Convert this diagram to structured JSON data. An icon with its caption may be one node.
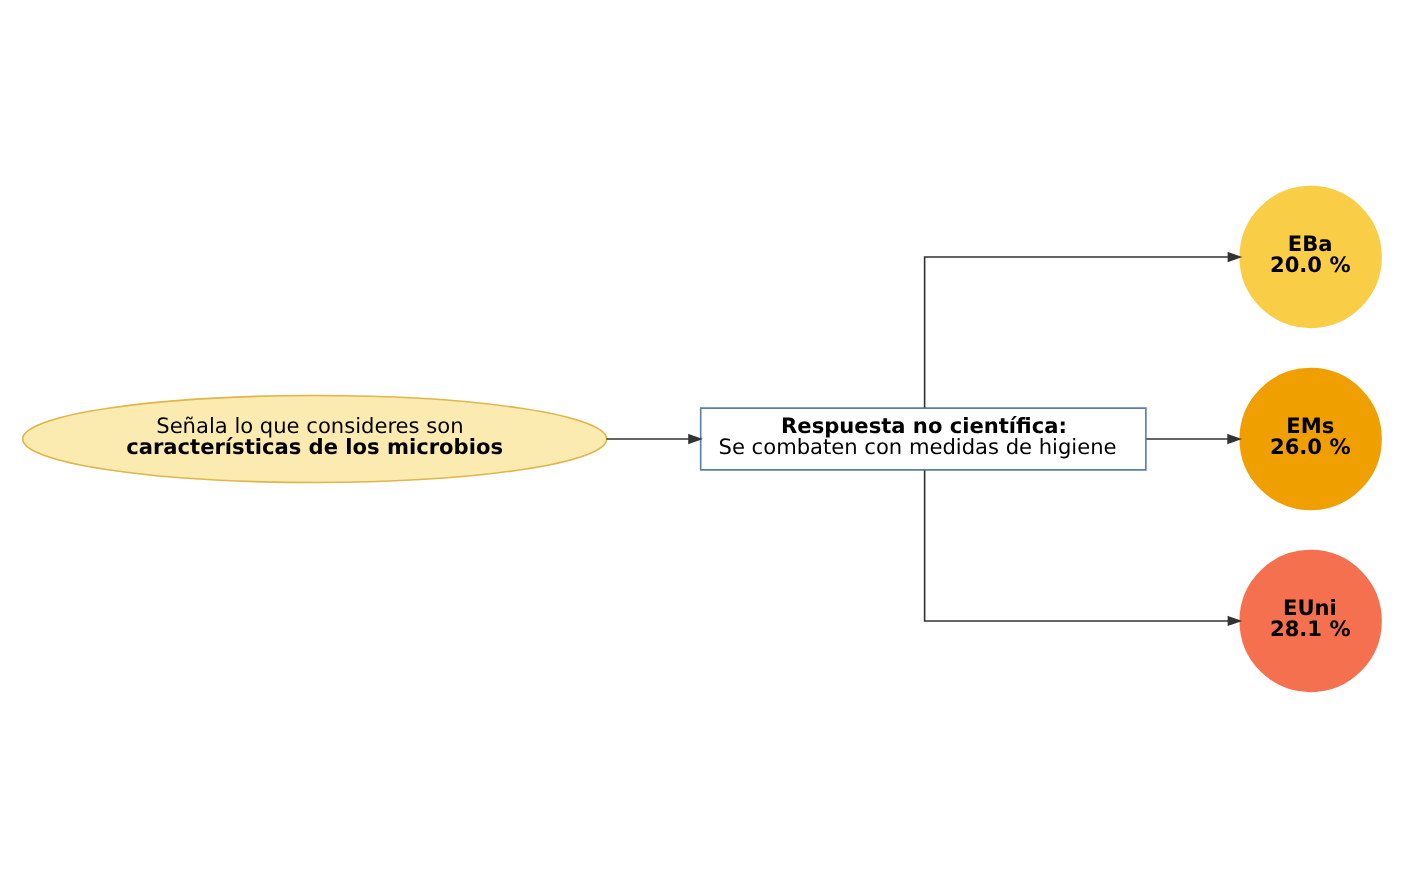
{
  "diagram": {
    "nodes": [
      {
        "text": [
          "Señala lo que consideres son",
          "características de los microbios"
        ]
      },
      {
        "text": [
          "Respuesta no científica:",
          "Se combaten con medidas de higiene"
        ]
      },
      {
        "text": [
          "EBa",
          "20.0 %"
        ]
      },
      {
        "text": [
          "EMs",
          "26.0 %"
        ]
      },
      {
        "text": [
          "EUni",
          "28.1 %"
        ]
      }
    ],
    "edges": [
      {
        "from": 0,
        "to": 1,
        "arrow": "to"
      },
      {
        "from": 1,
        "to": 2,
        "arrow": "to"
      },
      {
        "from": 1,
        "to": 3,
        "arrow": "to"
      },
      {
        "from": 1,
        "to": 4,
        "arrow": "to"
      }
    ]
  }
}
